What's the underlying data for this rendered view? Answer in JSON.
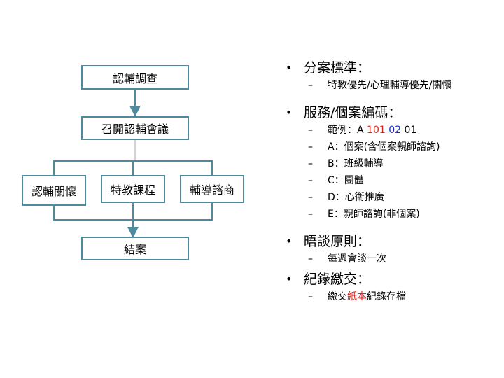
{
  "flowchart": {
    "nodes": {
      "survey": "認輔調查",
      "meeting": "召開認輔會議",
      "care": "認輔關懷",
      "special": "特教課程",
      "counsel": "輔導諮商",
      "close": "結案"
    },
    "colors": {
      "border": "#4f8a9e",
      "connector": "#4f8a9e"
    }
  },
  "bullets": {
    "marks": {
      "level1": "•",
      "level2": "–"
    },
    "b1": {
      "title": "分案標準：",
      "sub1": "特教優先/心理輔導優先/關懷"
    },
    "b2": {
      "title": "服務/個案編碼：",
      "ex_prefix": "範例：A ",
      "ex_red": "101",
      "ex_blue": "02",
      "ex_suffix": " 01",
      "sub2": "A：個案(含個案親師諮詢)",
      "sub3": "B：班級輔導",
      "sub4": "C：團體",
      "sub5": "D：心衛推廣",
      "sub6": "E：親師諮詢(非個案)"
    },
    "b3": {
      "title": "晤談原則：",
      "sub1": "每週會談一次"
    },
    "b4": {
      "title": "紀錄繳交：",
      "sub_prefix": "繳交",
      "sub_red": "紙本",
      "sub_suffix": "紀錄存檔"
    },
    "colors": {
      "red": "#e0201b",
      "blue": "#1c2fd1"
    }
  }
}
